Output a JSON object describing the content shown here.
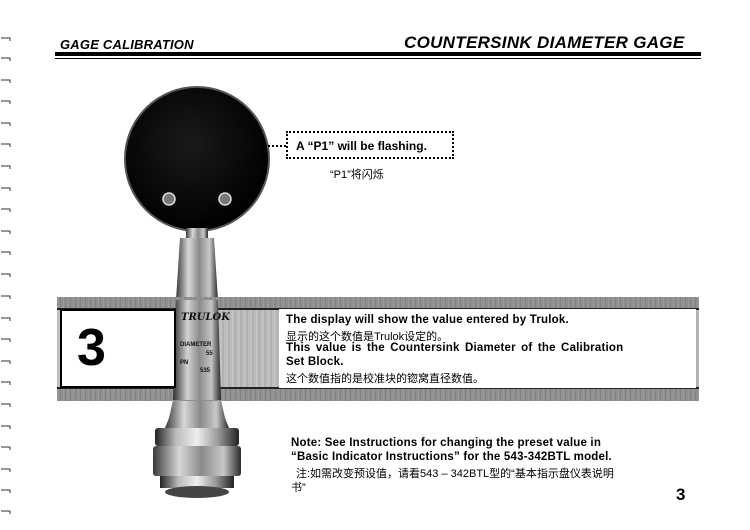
{
  "header": {
    "section": "GAGE CALIBRATION",
    "title": "COUNTERSINK DIAMETER GAGE"
  },
  "callout": {
    "text": "A “P1” will be flashing.",
    "text_cn": "“P1”将闪烁"
  },
  "gauge": {
    "brand": "TRULOK",
    "label_lines": [
      "DIAMETER",
      "55",
      "PN",
      "535"
    ]
  },
  "step": {
    "number": "3",
    "line1": "The display will show the value entered by Trulok.",
    "line1_cn": "显示的这个数值是Trulok设定的。",
    "line2": "This value is the Countersink Diameter of the Calibration",
    "line3": "Set Block.",
    "line3_cn": "这个数值指的是校准块的锪窝直径数值。"
  },
  "note": {
    "line1": "Note: See Instructions for changing the preset value in",
    "line2": "“Basic Indicator Instructions” for the 543-342BTL model.",
    "line3_cn": "注:如需改变预设值，请看543 – 342BTL型的“基本指示盘仪表说明",
    "line4_cn": "书”"
  },
  "page": {
    "number": "3"
  },
  "colors": {
    "band": "#a0a0a0",
    "text": "#000000",
    "background": "#ffffff"
  }
}
